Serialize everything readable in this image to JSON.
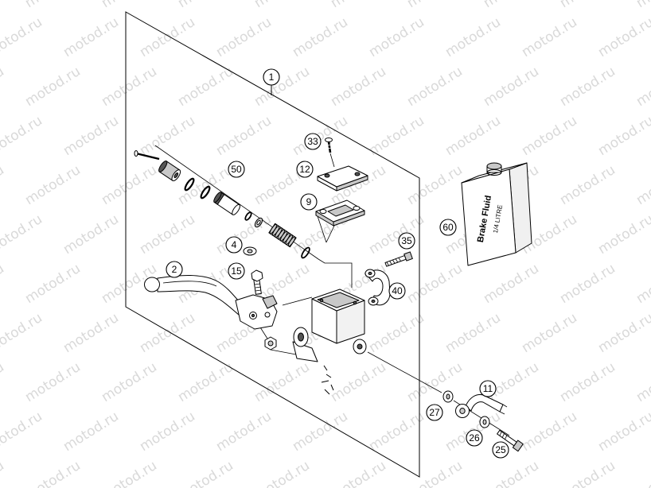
{
  "callouts": [
    "1",
    "33",
    "12",
    "9",
    "50",
    "4",
    "2",
    "15",
    "35",
    "40",
    "60",
    "11",
    "27",
    "26",
    "25"
  ],
  "bottle": {
    "product": "Brake Fluid",
    "volume": "1/4 LITRE"
  },
  "watermark": "motod.ru"
}
